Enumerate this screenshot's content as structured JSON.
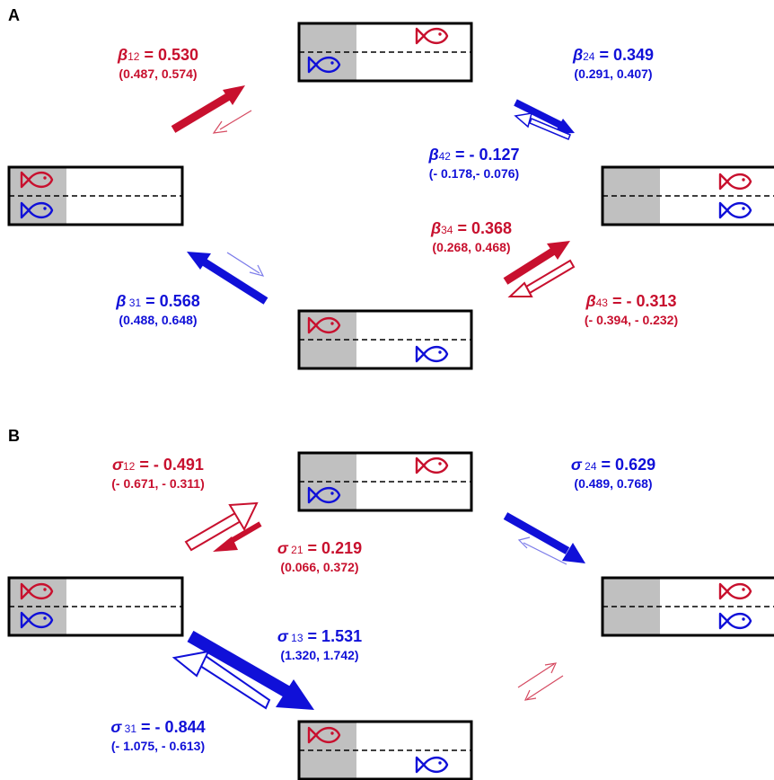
{
  "colors": {
    "red": "#c8102e",
    "blue": "#1010d8",
    "shade": "#c0c0c0"
  },
  "panels": {
    "a": {
      "label": "A",
      "terms": [
        {
          "symbol": "β",
          "subscript": "12",
          "value": "= 0.530",
          "ci": "(0.487, 0.574)",
          "color": "red"
        },
        {
          "symbol": "β",
          "subscript": "24",
          "value": "= 0.349",
          "ci": "(0.291, 0.407)",
          "color": "blue"
        },
        {
          "symbol": "β",
          "subscript": "42",
          "value": "= - 0.127",
          "ci": "(- 0.178,- 0.076)",
          "color": "blue"
        },
        {
          "symbol": "β",
          "subscript": "34",
          "value": "= 0.368",
          "ci": "(0.268, 0.468)",
          "color": "red"
        },
        {
          "symbol": "β",
          "subscript": " 31",
          "value": "= 0.568",
          "ci": "(0.488, 0.648)",
          "color": "blue"
        },
        {
          "symbol": "β",
          "subscript": "43",
          "value": "= - 0.313",
          "ci": "(- 0.394, - 0.232)",
          "color": "red"
        }
      ]
    },
    "b": {
      "label": "B",
      "terms": [
        {
          "symbol": "σ",
          "subscript": "12",
          "value": "= - 0.491",
          "ci": "(- 0.671, - 0.311)",
          "color": "red"
        },
        {
          "symbol": "σ",
          "subscript": " 24",
          "value": "= 0.629",
          "ci": "(0.489, 0.768)",
          "color": "blue"
        },
        {
          "symbol": "σ",
          "subscript": " 21",
          "value": "= 0.219",
          "ci": "(0.066, 0.372)",
          "color": "red"
        },
        {
          "symbol": "σ",
          "subscript": " 13",
          "value": "= 1.531",
          "ci": "(1.320, 1.742)",
          "color": "blue"
        },
        {
          "symbol": "σ",
          "subscript": " 31",
          "value": "= - 0.844",
          "ci": "(- 1.075, - 0.613)",
          "color": "blue"
        }
      ]
    }
  }
}
